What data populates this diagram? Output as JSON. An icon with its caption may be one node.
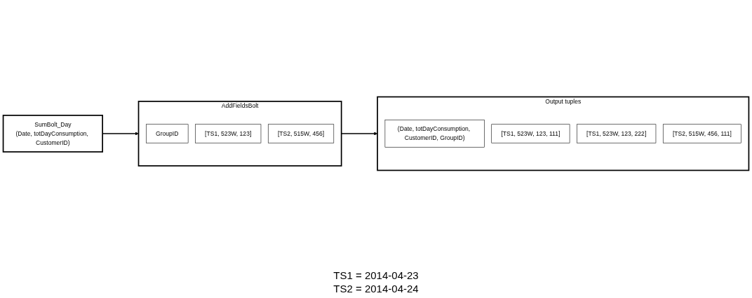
{
  "diagram": {
    "nodes": [
      {
        "text": [
          "SumBolt_Day",
          "(Date, totDayConsumption, CustomerID)"
        ]
      },
      {
        "text": [
          "AddFieldsBolt"
        ]
      },
      {
        "text": [
          "GroupID"
        ],
        "in": 1
      },
      {
        "text": [
          "[TS1, 523W, 123]"
        ],
        "in": 1
      },
      {
        "text": [
          "[TS2, 515W, 456]"
        ],
        "in": 1
      },
      {
        "text": [
          "Output tuples"
        ]
      },
      {
        "text": [
          "(Date, totDayConsumption, CustomerID, GroupID)"
        ],
        "in": 5
      },
      {
        "text": [
          "[TS1, 523W, 123, 111]"
        ],
        "in": 5
      },
      {
        "text": [
          "[TS1, 523W, 123, 222]"
        ],
        "in": 5
      },
      {
        "text": [
          "[TS2, 515W, 456, 111]"
        ],
        "in": 5
      }
    ],
    "edges": [
      {
        "from": 0,
        "to": 1,
        "arrow": "to"
      },
      {
        "from": 1,
        "to": 5,
        "arrow": "to"
      }
    ],
    "labels": [
      "TS1 = 2014-04-23",
      "TS2 = 2014-04-24"
    ]
  }
}
